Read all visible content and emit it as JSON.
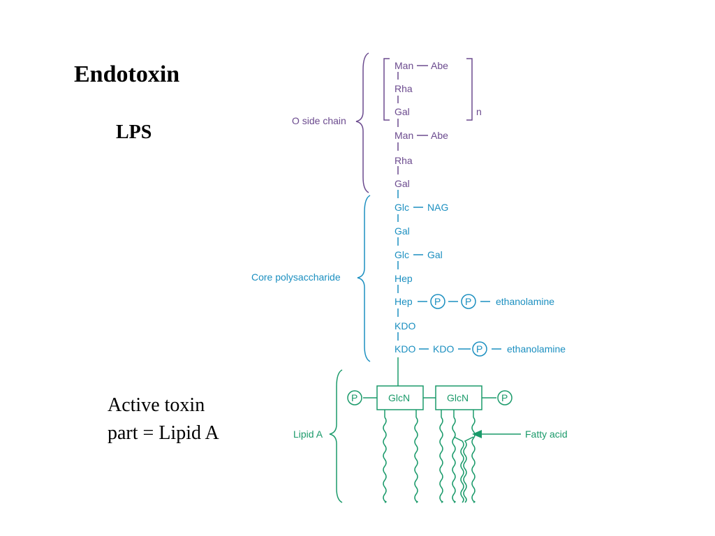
{
  "slide": {
    "title": "Endotoxin",
    "subtitle": "LPS",
    "note_line1": "Active toxin",
    "note_line2": "part = Lipid A"
  },
  "colors": {
    "o_side_chain": "#6b4a8e",
    "core": "#1b8fc0",
    "lipid_a": "#1a9a6a"
  },
  "diagram": {
    "o_side_chain": {
      "label": "O side chain",
      "repeat_subscript": "n",
      "units": [
        "Man",
        "Rha",
        "Gal",
        "Man",
        "Rha",
        "Gal"
      ],
      "branch": "Abe"
    },
    "core": {
      "label": "Core polysaccharide",
      "units": [
        "Glc",
        "Gal",
        "Glc",
        "Hep",
        "Hep",
        "KDO",
        "KDO"
      ],
      "branch_nag": "NAG",
      "branch_gal": "Gal",
      "phosphate": "P",
      "ethanolamine": "ethanolamine",
      "kdo_branch": "KDO"
    },
    "lipid_a": {
      "label": "Lipid A",
      "glcn": "GlcN",
      "phosphate": "P",
      "fatty_acid": "Fatty  acid"
    }
  }
}
